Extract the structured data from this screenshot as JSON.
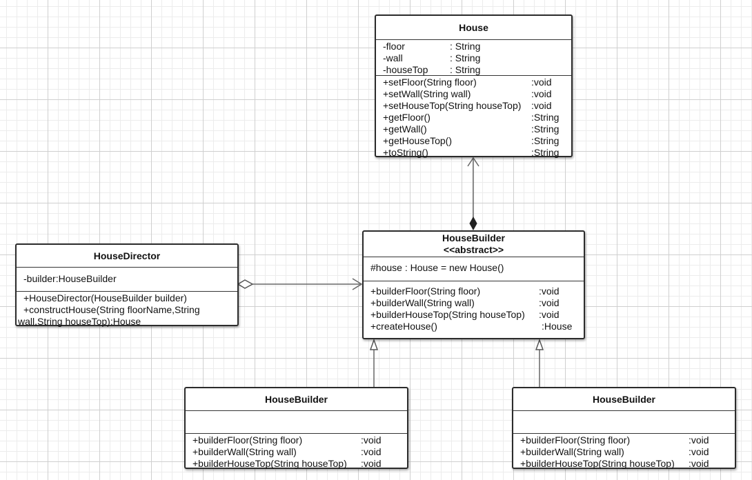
{
  "diagram": {
    "classes": {
      "house": {
        "name": "House",
        "attributes": [
          {
            "name": "-floor",
            "type": ": String"
          },
          {
            "name": "-wall",
            "type": ": String"
          },
          {
            "name": "-houseTop",
            "type": ": String"
          }
        ],
        "methods": [
          {
            "name": "+setFloor(String floor)",
            "type": ":void"
          },
          {
            "name": "+setWall(String wall)",
            "type": ":void"
          },
          {
            "name": "+setHouseTop(String houseTop)",
            "type": ":void"
          },
          {
            "name": "+getFloor()",
            "type": ":String"
          },
          {
            "name": "+getWall()",
            "type": ":String"
          },
          {
            "name": "+getHouseTop()",
            "type": ":String"
          },
          {
            "name": "+toString()",
            "type": ":String"
          }
        ]
      },
      "house_builder": {
        "name": "HouseBuilder",
        "stereotype": "<<abstract>>",
        "attribute": "#house : House = new House()",
        "methods": [
          {
            "name": "+builderFloor(String floor)",
            "type": ":void"
          },
          {
            "name": "+builderWall(String wall)",
            "type": ":void"
          },
          {
            "name": "+builderHouseTop(String houseTop)",
            "type": ":void"
          },
          {
            "name": "+createHouse()",
            "type": ":House"
          }
        ]
      },
      "house_director": {
        "name": "HouseDirector",
        "attribute": "-builder:HouseBuilder",
        "methods_line1": "+HouseDirector(HouseBuilder builder)",
        "methods_line2": "+constructHouse(String floorName,String",
        "methods_line3": "wall,String houseTop):House"
      },
      "builder_left": {
        "name": "HouseBuilder",
        "methods": [
          {
            "name": "+builderFloor(String floor)",
            "type": ":void"
          },
          {
            "name": "+builderWall(String wall)",
            "type": ":void"
          },
          {
            "name": "+builderHouseTop(String houseTop)",
            "type": ":void"
          }
        ]
      },
      "builder_right": {
        "name": "HouseBuilder",
        "methods": [
          {
            "name": "+builderFloor(String floor)",
            "type": ":void"
          },
          {
            "name": "+builderWall(String wall)",
            "type": ":void"
          },
          {
            "name": "+builderHouseTop(String houseTop)",
            "type": ":void"
          }
        ]
      }
    },
    "relations": [
      {
        "kind": "composition",
        "from": "HouseBuilder",
        "to": "House"
      },
      {
        "kind": "aggregation",
        "from": "HouseDirector",
        "to": "HouseBuilder"
      },
      {
        "kind": "generalization",
        "from": "HouseBuilder (left)",
        "to": "HouseBuilder"
      },
      {
        "kind": "generalization",
        "from": "HouseBuilder (right)",
        "to": "HouseBuilder"
      }
    ]
  }
}
